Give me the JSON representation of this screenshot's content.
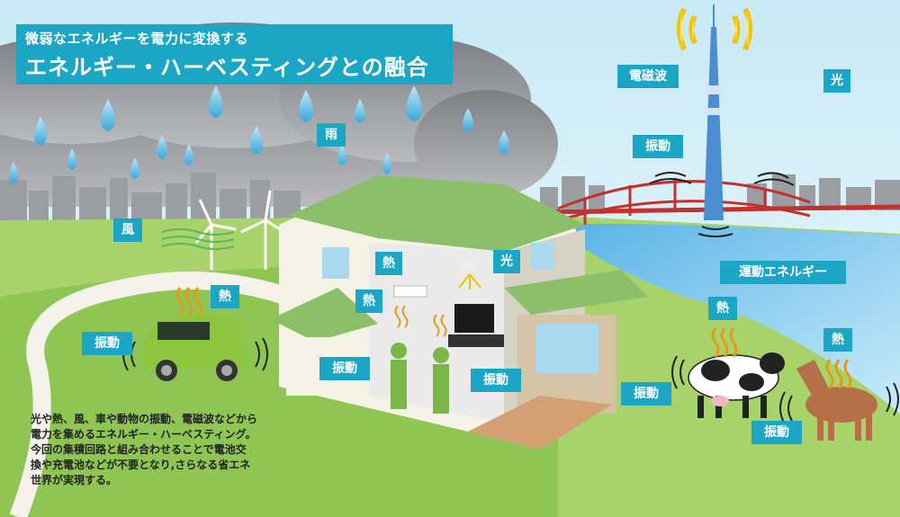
{
  "title": {
    "subtitle": "微弱なエネルギーを電力に変換する",
    "main": "エネルギー・ハーベスティングとの融合"
  },
  "labels": {
    "rain": "雨",
    "electromagnetic": "電磁波",
    "light_sky": "光",
    "vibration_tower": "振動",
    "wind": "風",
    "heat_house_top": "熱",
    "light_house": "光",
    "heat_house_mid": "熱",
    "kinetic": "運動エネルギー",
    "heat_car": "熱",
    "vibration_car": "振動",
    "heat_cow": "熱",
    "heat_horse": "熱",
    "vibration_house_left": "振動",
    "vibration_house_right": "振動",
    "vibration_cow": "振動",
    "vibration_horse": "振動"
  },
  "description": [
    "光や熱、風、車や動物の振動、電磁波などから",
    "電力を集めるエネルギー・ハーベスティング。",
    "今回の集積回路と組み合わせることで電池交",
    "換や充電池などが不要となり,さらなる省エネ",
    "世界が実現する。"
  ],
  "colors": {
    "accent": "#1aa6c4",
    "grass": "#a7d36a",
    "river": "#6fc0ea",
    "bridge": "#c2312e",
    "roof": "#8cbf6a",
    "car": "#8cc63f"
  }
}
